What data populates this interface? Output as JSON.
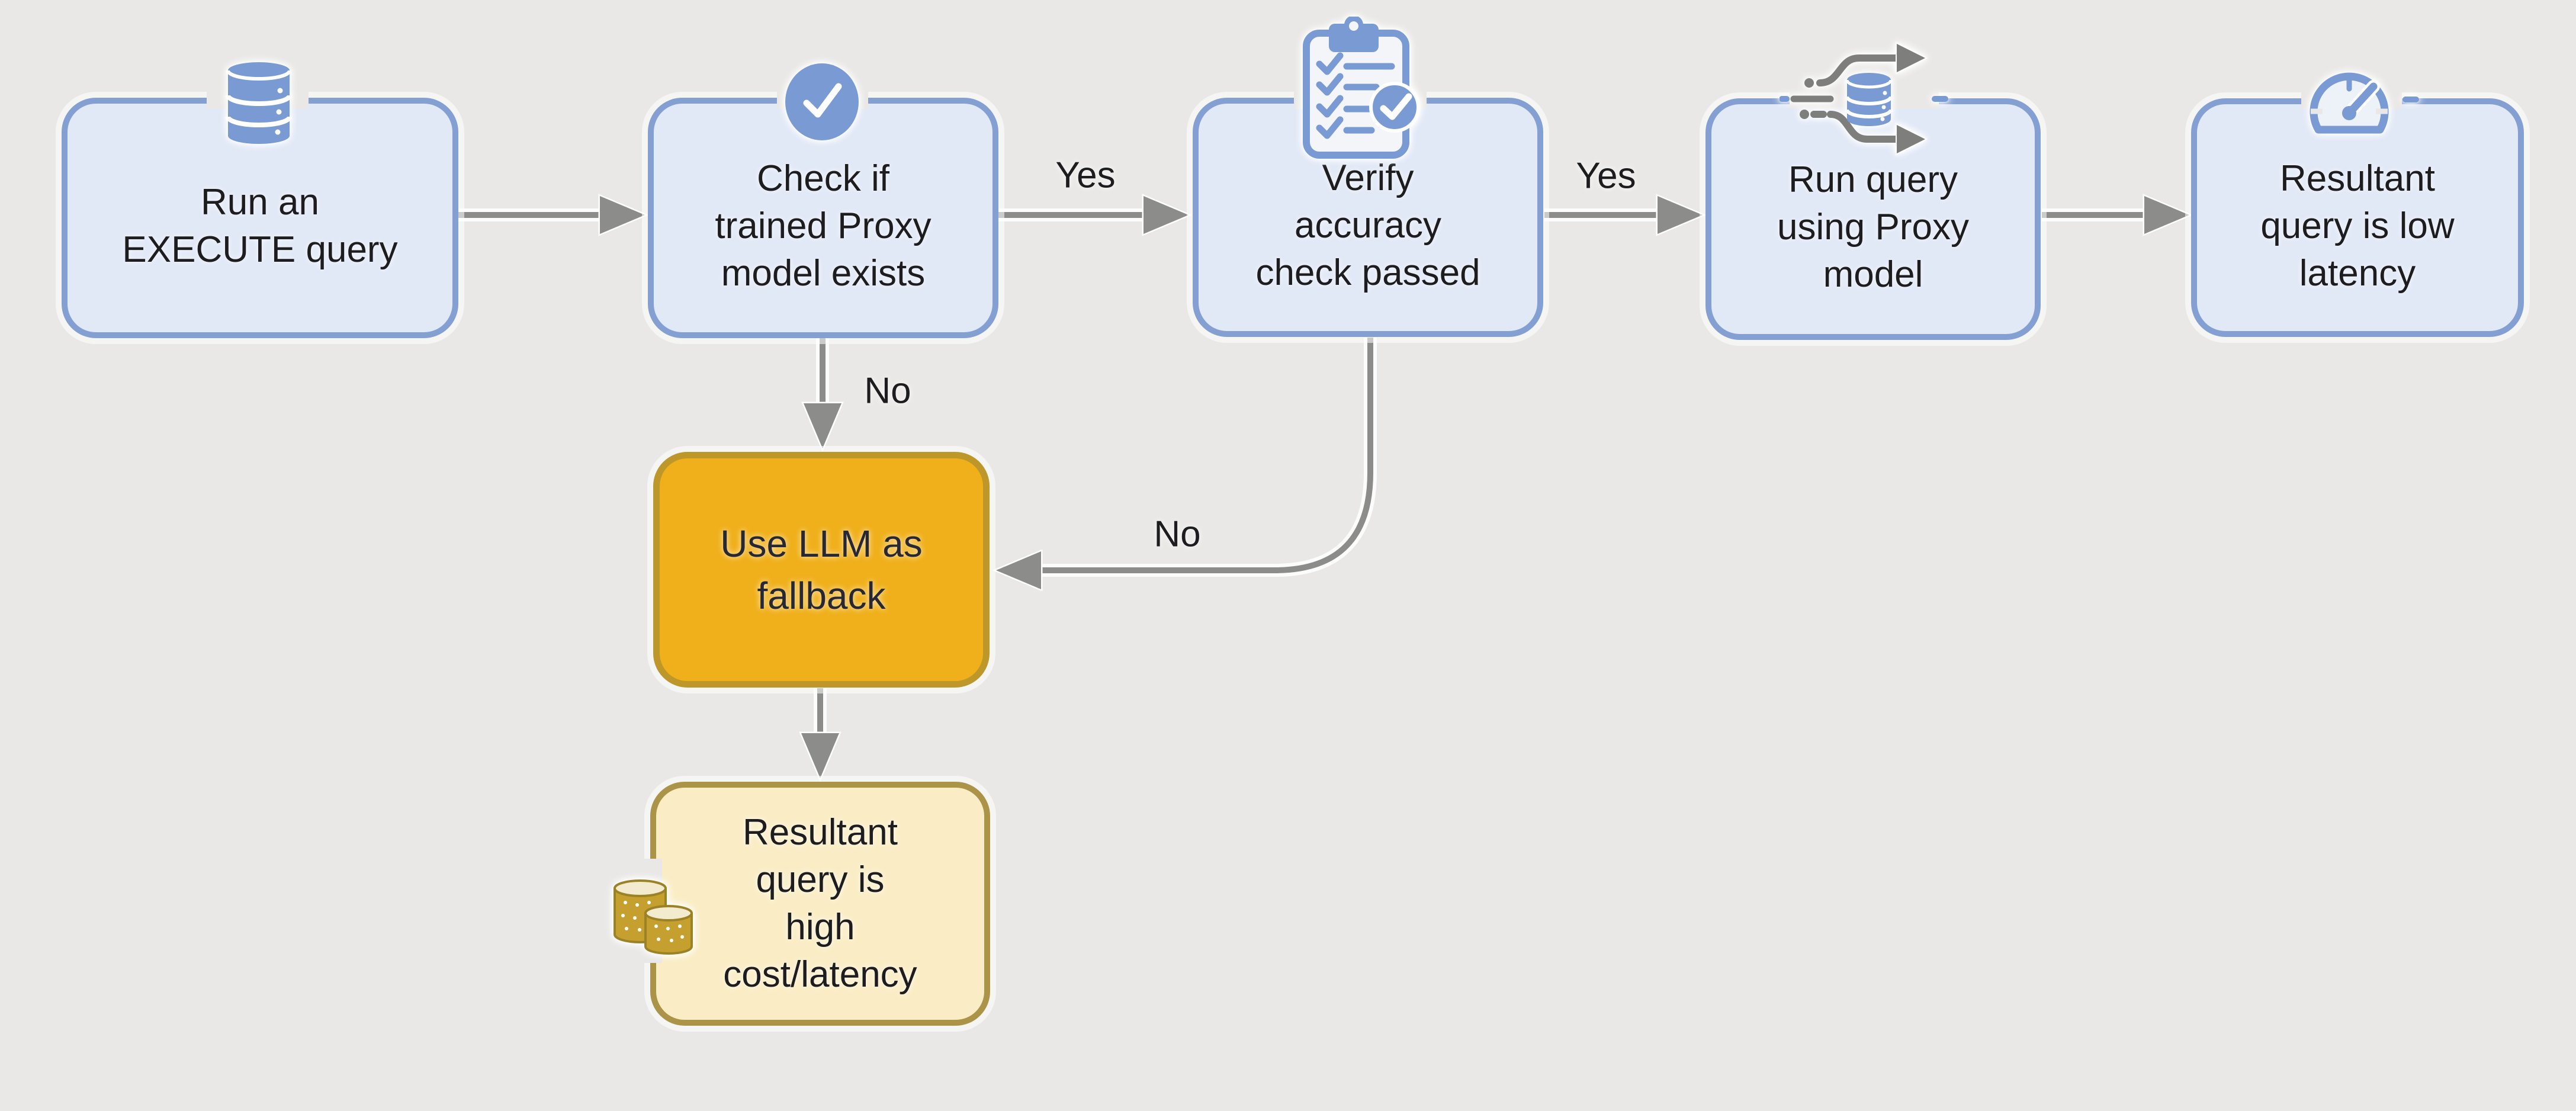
{
  "title": "Proxy model query routing flowchart",
  "colors": {
    "background": "#e9e8e6",
    "node_fill_blue": "#e1e8f6",
    "node_border_blue": "#84a0d2",
    "icon_blue": "#7a9ad3",
    "arrow_gray": "#8c8c8a",
    "amber_fill": "#f0b01b",
    "amber_border": "#bd9729",
    "cream_fill": "#faedc5",
    "cream_border": "#ab9448",
    "coin_gold": "#c5a02f",
    "text": "#1d1d20"
  },
  "nodes": [
    {
      "id": "run-execute-query",
      "icon": "database-icon",
      "lines": [
        "Run an",
        "EXECUTE query"
      ]
    },
    {
      "id": "check-proxy-exists",
      "icon": "check-circle-icon",
      "lines": [
        "Check if",
        "trained Proxy",
        "model exists"
      ]
    },
    {
      "id": "verify-accuracy-check",
      "icon": "checklist-clipboard-icon",
      "lines": [
        "Verify",
        "accuracy",
        "check passed"
      ]
    },
    {
      "id": "run-query-proxy",
      "icon": "data-flow-icon",
      "lines": [
        "Run query",
        "using Proxy",
        "model"
      ]
    },
    {
      "id": "resultant-low-latency",
      "icon": "speedometer-icon",
      "lines": [
        "Resultant",
        "query is low",
        "latency"
      ]
    },
    {
      "id": "use-llm-fallback",
      "icon": null,
      "lines": [
        "Use LLM as",
        "fallback"
      ]
    },
    {
      "id": "resultant-high-cost",
      "icon": "coins-icon",
      "lines": [
        "Resultant",
        "query is",
        "high",
        "cost/latency"
      ]
    }
  ],
  "edges": [
    {
      "from": "run-execute-query",
      "to": "check-proxy-exists",
      "label": ""
    },
    {
      "from": "check-proxy-exists",
      "to": "verify-accuracy-check",
      "label": "Yes"
    },
    {
      "from": "verify-accuracy-check",
      "to": "run-query-proxy",
      "label": "Yes"
    },
    {
      "from": "run-query-proxy",
      "to": "resultant-low-latency",
      "label": ""
    },
    {
      "from": "check-proxy-exists",
      "to": "use-llm-fallback",
      "label": "No"
    },
    {
      "from": "verify-accuracy-check",
      "to": "use-llm-fallback",
      "label": "No"
    },
    {
      "from": "use-llm-fallback",
      "to": "resultant-high-cost",
      "label": ""
    }
  ]
}
